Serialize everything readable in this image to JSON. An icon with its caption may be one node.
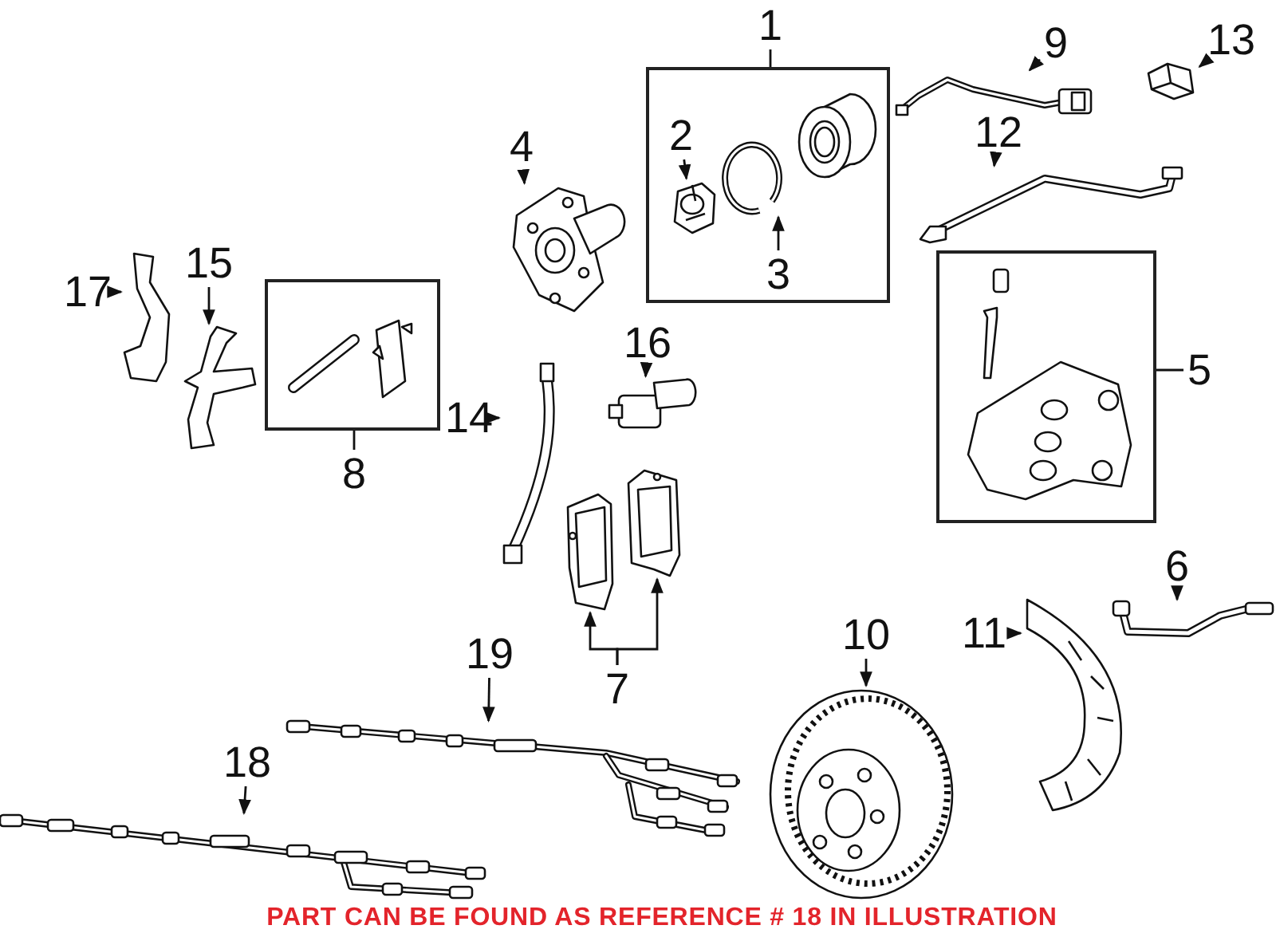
{
  "diagram": {
    "nodes": [
      {
        "text": [
          "8"
        ]
      },
      {
        "text": [],
        "shape": "box"
      },
      {
        "text": [
          "1"
        ]
      },
      {
        "text": [],
        "shape": "box"
      },
      {
        "text": [
          "2"
        ],
        "in": 3
      },
      {
        "text": [],
        "shape": "picture",
        "in": 3
      },
      {
        "text": [
          "3"
        ],
        "in": 3
      },
      {
        "text": [],
        "shape": "picture",
        "in": 3
      },
      {
        "text": [
          "4"
        ]
      },
      {
        "text": [],
        "shape": "picture"
      },
      {
        "text": [
          "5"
        ]
      },
      {
        "text": [],
        "shape": "box"
      },
      {
        "text": [
          "6"
        ]
      },
      {
        "text": [],
        "shape": "picture"
      },
      {
        "text": [
          "7"
        ]
      },
      {
        "text": [],
        "shape": "picture"
      },
      {
        "text": [],
        "shape": "picture"
      },
      {
        "text": [
          "9"
        ]
      },
      {
        "text": [],
        "shape": "picture"
      },
      {
        "text": [
          "10"
        ]
      },
      {
        "text": [],
        "shape": "picture"
      },
      {
        "text": [
          "11"
        ]
      },
      {
        "text": [],
        "shape": "picture"
      },
      {
        "text": [
          "12"
        ]
      },
      {
        "text": [],
        "shape": "picture"
      },
      {
        "text": [
          "13"
        ]
      },
      {
        "text": [],
        "shape": "picture"
      },
      {
        "text": [
          "14"
        ]
      },
      {
        "text": [],
        "shape": "picture"
      },
      {
        "text": [
          "15"
        ]
      },
      {
        "text": [],
        "shape": "picture"
      },
      {
        "text": [
          "16"
        ]
      },
      {
        "text": [],
        "shape": "picture"
      },
      {
        "text": [
          "17"
        ]
      },
      {
        "text": [],
        "shape": "picture"
      },
      {
        "text": [
          "18"
        ]
      },
      {
        "text": [],
        "shape": "picture"
      },
      {
        "text": [
          "19"
        ]
      },
      {
        "text": [],
        "shape": "picture"
      }
    ],
    "edges": [
      {
        "from": 0,
        "to": 1,
        "arrow": "none"
      },
      {
        "from": 2,
        "to": 3,
        "arrow": "none"
      },
      {
        "from": 4,
        "to": 5,
        "arrow": "to"
      },
      {
        "from": 6,
        "to": 7,
        "arrow": "to"
      },
      {
        "from": 8,
        "to": 9,
        "arrow": "to"
      },
      {
        "from": 10,
        "to": 11,
        "arrow": "none"
      },
      {
        "from": 12,
        "to": 13,
        "arrow": "to"
      },
      {
        "from": 14,
        "to": 15,
        "arrow": "to"
      },
      {
        "from": 14,
        "to": 16,
        "arrow": "to"
      },
      {
        "from": 17,
        "to": 18,
        "arrow": "to"
      },
      {
        "from": 19,
        "to": 20,
        "arrow": "to"
      },
      {
        "from": 21,
        "to": 22,
        "arrow": "to"
      },
      {
        "from": 23,
        "to": 24,
        "arrow": "to"
      },
      {
        "from": 25,
        "to": 26,
        "arrow": "to"
      },
      {
        "from": 27,
        "to": 28,
        "arrow": "to"
      },
      {
        "from": 29,
        "to": 30,
        "arrow": "to"
      },
      {
        "from": 31,
        "to": 32,
        "arrow": "to"
      },
      {
        "from": 33,
        "to": 34,
        "arrow": "to"
      },
      {
        "from": 35,
        "to": 36,
        "arrow": "to"
      },
      {
        "from": 37,
        "to": 38,
        "arrow": "to"
      }
    ],
    "labels": [
      "PART CAN BE FOUND AS REFERENCE # 18 IN ILLUSTRATION"
    ]
  }
}
